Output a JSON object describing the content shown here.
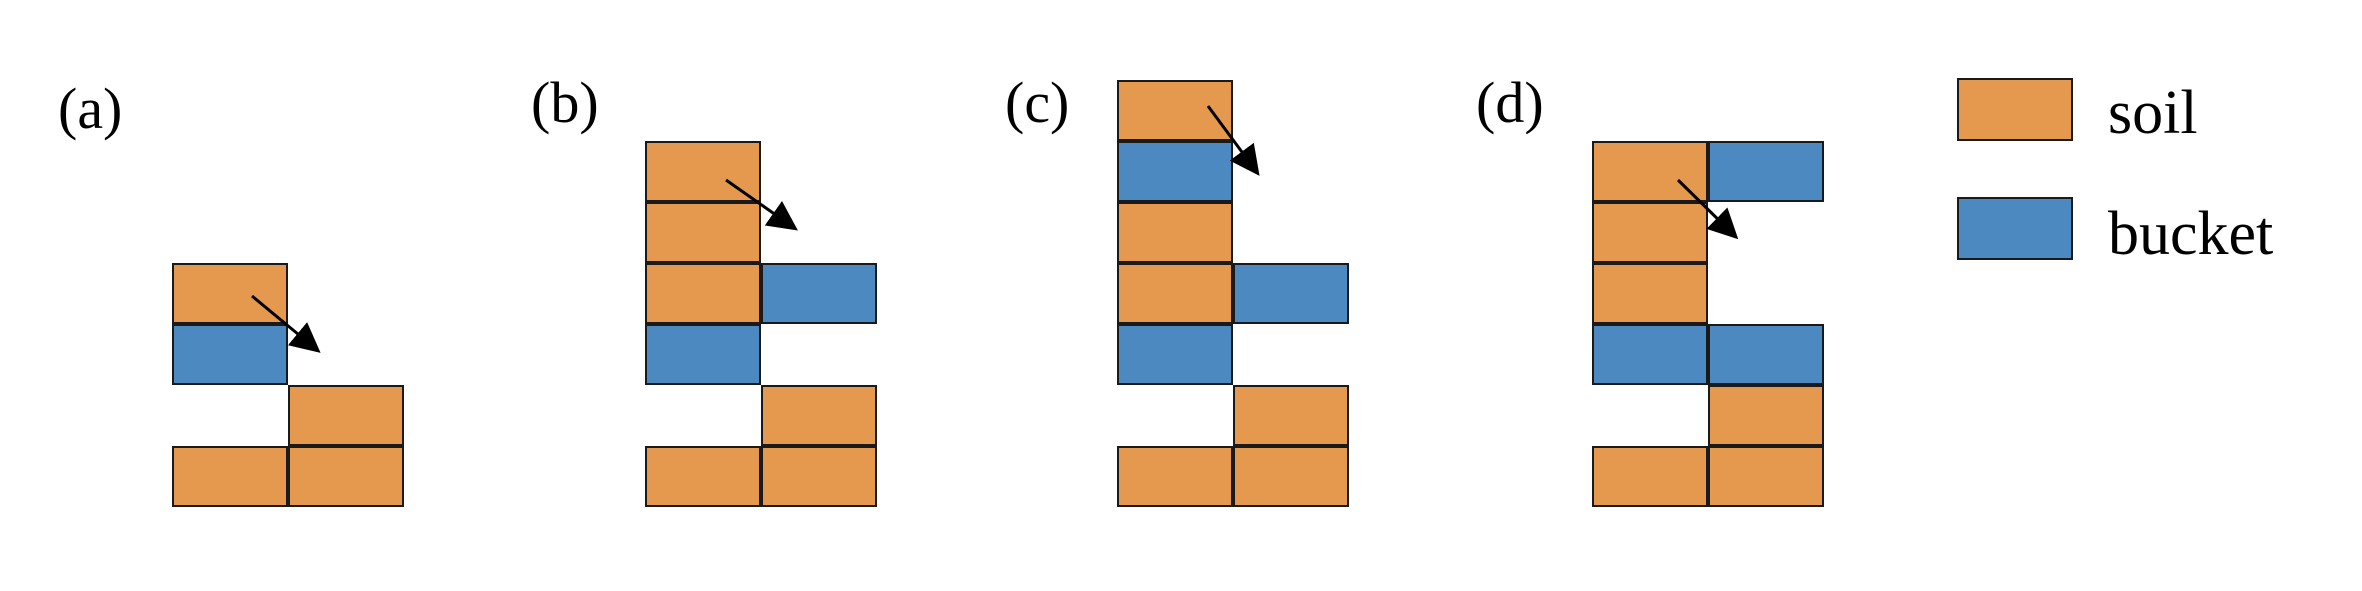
{
  "colors": {
    "soil": "#E4994F",
    "bucket": "#4C89C1",
    "stroke": "#1a1a1a"
  },
  "legend": [
    {
      "type": "soil",
      "label": "soil"
    },
    {
      "type": "bucket",
      "label": "bucket"
    }
  ],
  "panels": [
    {
      "label": "(a)",
      "blocks": [
        {
          "col": 0,
          "row": 0,
          "type": "soil"
        },
        {
          "col": 0,
          "row": 1,
          "type": "bucket"
        },
        {
          "col": 1,
          "row": 2,
          "type": "soil"
        },
        {
          "col": 0,
          "row": 3,
          "type": "soil"
        },
        {
          "col": 1,
          "row": 3,
          "type": "soil"
        }
      ]
    },
    {
      "label": "(b)",
      "blocks": [
        {
          "col": 0,
          "row": 0,
          "type": "soil"
        },
        {
          "col": 0,
          "row": 1,
          "type": "soil"
        },
        {
          "col": 0,
          "row": 2,
          "type": "soil"
        },
        {
          "col": 1,
          "row": 2,
          "type": "bucket"
        },
        {
          "col": 0,
          "row": 3,
          "type": "bucket"
        },
        {
          "col": 1,
          "row": 4,
          "type": "soil"
        },
        {
          "col": 0,
          "row": 5,
          "type": "soil"
        },
        {
          "col": 1,
          "row": 5,
          "type": "soil"
        }
      ]
    },
    {
      "label": "(c)",
      "blocks": [
        {
          "col": 0,
          "row": 0,
          "type": "soil"
        },
        {
          "col": 0,
          "row": 1,
          "type": "bucket"
        },
        {
          "col": 0,
          "row": 2,
          "type": "soil"
        },
        {
          "col": 0,
          "row": 3,
          "type": "soil"
        },
        {
          "col": 1,
          "row": 3,
          "type": "bucket"
        },
        {
          "col": 0,
          "row": 4,
          "type": "bucket"
        },
        {
          "col": 1,
          "row": 5,
          "type": "soil"
        },
        {
          "col": 0,
          "row": 6,
          "type": "soil"
        },
        {
          "col": 1,
          "row": 6,
          "type": "soil"
        }
      ]
    },
    {
      "label": "(d)",
      "blocks": [
        {
          "col": 0,
          "row": 0,
          "type": "soil"
        },
        {
          "col": 1,
          "row": 0,
          "type": "bucket"
        },
        {
          "col": 0,
          "row": 1,
          "type": "soil"
        },
        {
          "col": 0,
          "row": 2,
          "type": "soil"
        },
        {
          "col": 0,
          "row": 3,
          "type": "bucket"
        },
        {
          "col": 1,
          "row": 3,
          "type": "bucket"
        },
        {
          "col": 1,
          "row": 4,
          "type": "soil"
        },
        {
          "col": 0,
          "row": 5,
          "type": "soil"
        },
        {
          "col": 1,
          "row": 5,
          "type": "soil"
        }
      ]
    }
  ]
}
